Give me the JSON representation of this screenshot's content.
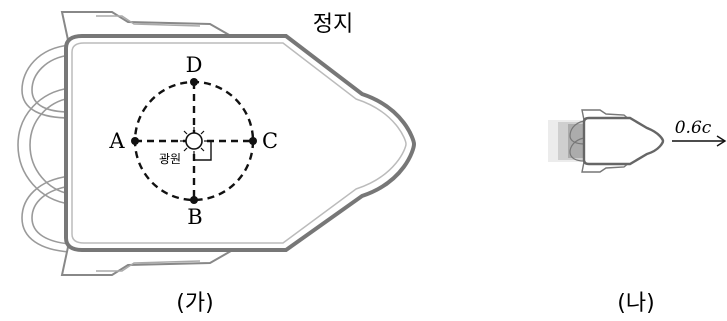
{
  "panel_a": {
    "status": "정지",
    "points": {
      "a": "A",
      "b": "B",
      "c": "C",
      "d": "D"
    },
    "source_label": "광원",
    "caption": "(가)"
  },
  "panel_b": {
    "speed": "0.6c",
    "caption": "(나)"
  }
}
